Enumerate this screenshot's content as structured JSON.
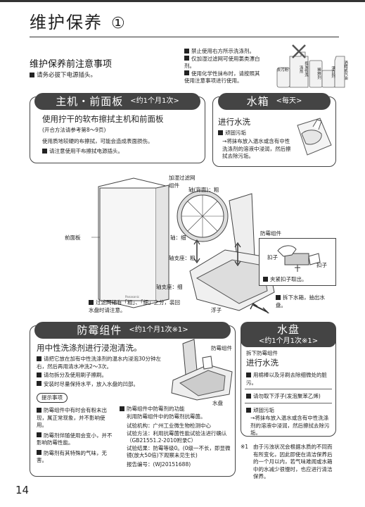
{
  "page": {
    "title": "维护保养",
    "title_number": "①",
    "page_number": "14"
  },
  "intro": {
    "heading": "维护保养前注意事项",
    "note": "请务必拔下电源插头。",
    "warnings": [
      "禁止使用右方所示洗涤剂。",
      "仅加湿过滤网可使用氯类漂白剂。",
      "使用化学性抹布时，请按照其使用注意事项进行使用。"
    ],
    "bottles": [
      "去污粉",
      "挥发性洗涤剂",
      "稀释剂",
      "漂白剂",
      "酒精或汽油"
    ]
  },
  "main_unit": {
    "bar_title": "主机・前面板",
    "bar_freq": "<约1个月1次>",
    "subheading": "使用拧干的软布擦拭主机和前面板",
    "open_note": "(开合方法请参考第8～9页)",
    "line1": "使用质地较硬的布擦拭，可能会造成表面损伤。",
    "line2": "请注意使用干布擦拭电源插头。"
  },
  "water_tank": {
    "bar_title": "水箱",
    "bar_freq": "<每天>",
    "subheading": "进行水洗",
    "item_title": "顽固污垢",
    "item_text": "→将抹布放入温水或含有中性洗涤剂的溶液中浸润，然后擦拭去除污垢。"
  },
  "diagram": {
    "front_panel": "前面板",
    "filter": "加湿过滤网组件",
    "shaft_back": "轴(背面)：粗",
    "shaft_fine": "轴：细",
    "shaft_support_thick": "轴支座：粗",
    "shaft_support_fine": "轴支座：细",
    "mold_unit": "防霉组件",
    "clip1": "扣子",
    "clip2": "扣子",
    "clip_note": "夹紧扣子取出。",
    "float": "浮子",
    "filter_note": "过滤网轴有「粗」、「细」之分，装回水盘时请注意。",
    "tray_note": "拆下水箱，抽出水盘。"
  },
  "mold": {
    "bar_title": "防霉组件",
    "bar_freq": "<约1个月1次※1>",
    "subheading": "用中性洗涤剂进行浸泡清洗。",
    "steps": [
      "请把它放在加有中性洗涤剂的温水内浸泡30分钟左右，然后再用清水冲洗2～3次。",
      "请勿拆分及使用刷子擦刷。",
      "安装时尽量保持水平，放入水盘的凹部。"
    ],
    "img_label_unit": "防霉组件",
    "img_label_tray": "水盘",
    "tip_tag": "提示事项",
    "tips_left": [
      "防霉组件中有时会有粉末出现，属正常现象，并不影响使用。",
      "防霉剂伴随使用会变小，并不影响防霉性能。",
      "防霉剂有其特殊的气味，无害。"
    ],
    "tip_right_title": "防霉组件中防霉剂的功能",
    "tip_right_line": "利用防霉组件中的防霉剂抗霉菌。",
    "test_org": "试验机构：广州工业微生物检测中心",
    "test_method": "试验方法：利用抗霉菌性能试验法进行确认（GB21551.2-2010附录C）",
    "test_result": "试验结果：防霉等级0。(0级一不长，即显微镜(放大50倍)下观察未见生长)",
    "report": "报告编号：(WJ20151688)"
  },
  "tray": {
    "bar_title": "水盘",
    "bar_freq": "<约1个月1次※1>",
    "remove": "拆下防霉组件",
    "subheading": "进行水洗",
    "step1": "用棉棒以及牙刷去除细微处的脏污。",
    "step2": "请勿取下浮子(发泡聚苯乙烯)",
    "item_title": "顽固污垢",
    "item_text": "→将抹布放入温水或含有中性洗涤剂的溶液中浸润，然后擦拭去除污垢。"
  },
  "footnote": {
    "mark": "※1",
    "text": "由于污浊状况会根据水质的不同而有所变化，因此即使在清洁保养后的一个月以内，若气味难闻或水箱中的水减少很慢时，也应进行清洁保养。"
  }
}
